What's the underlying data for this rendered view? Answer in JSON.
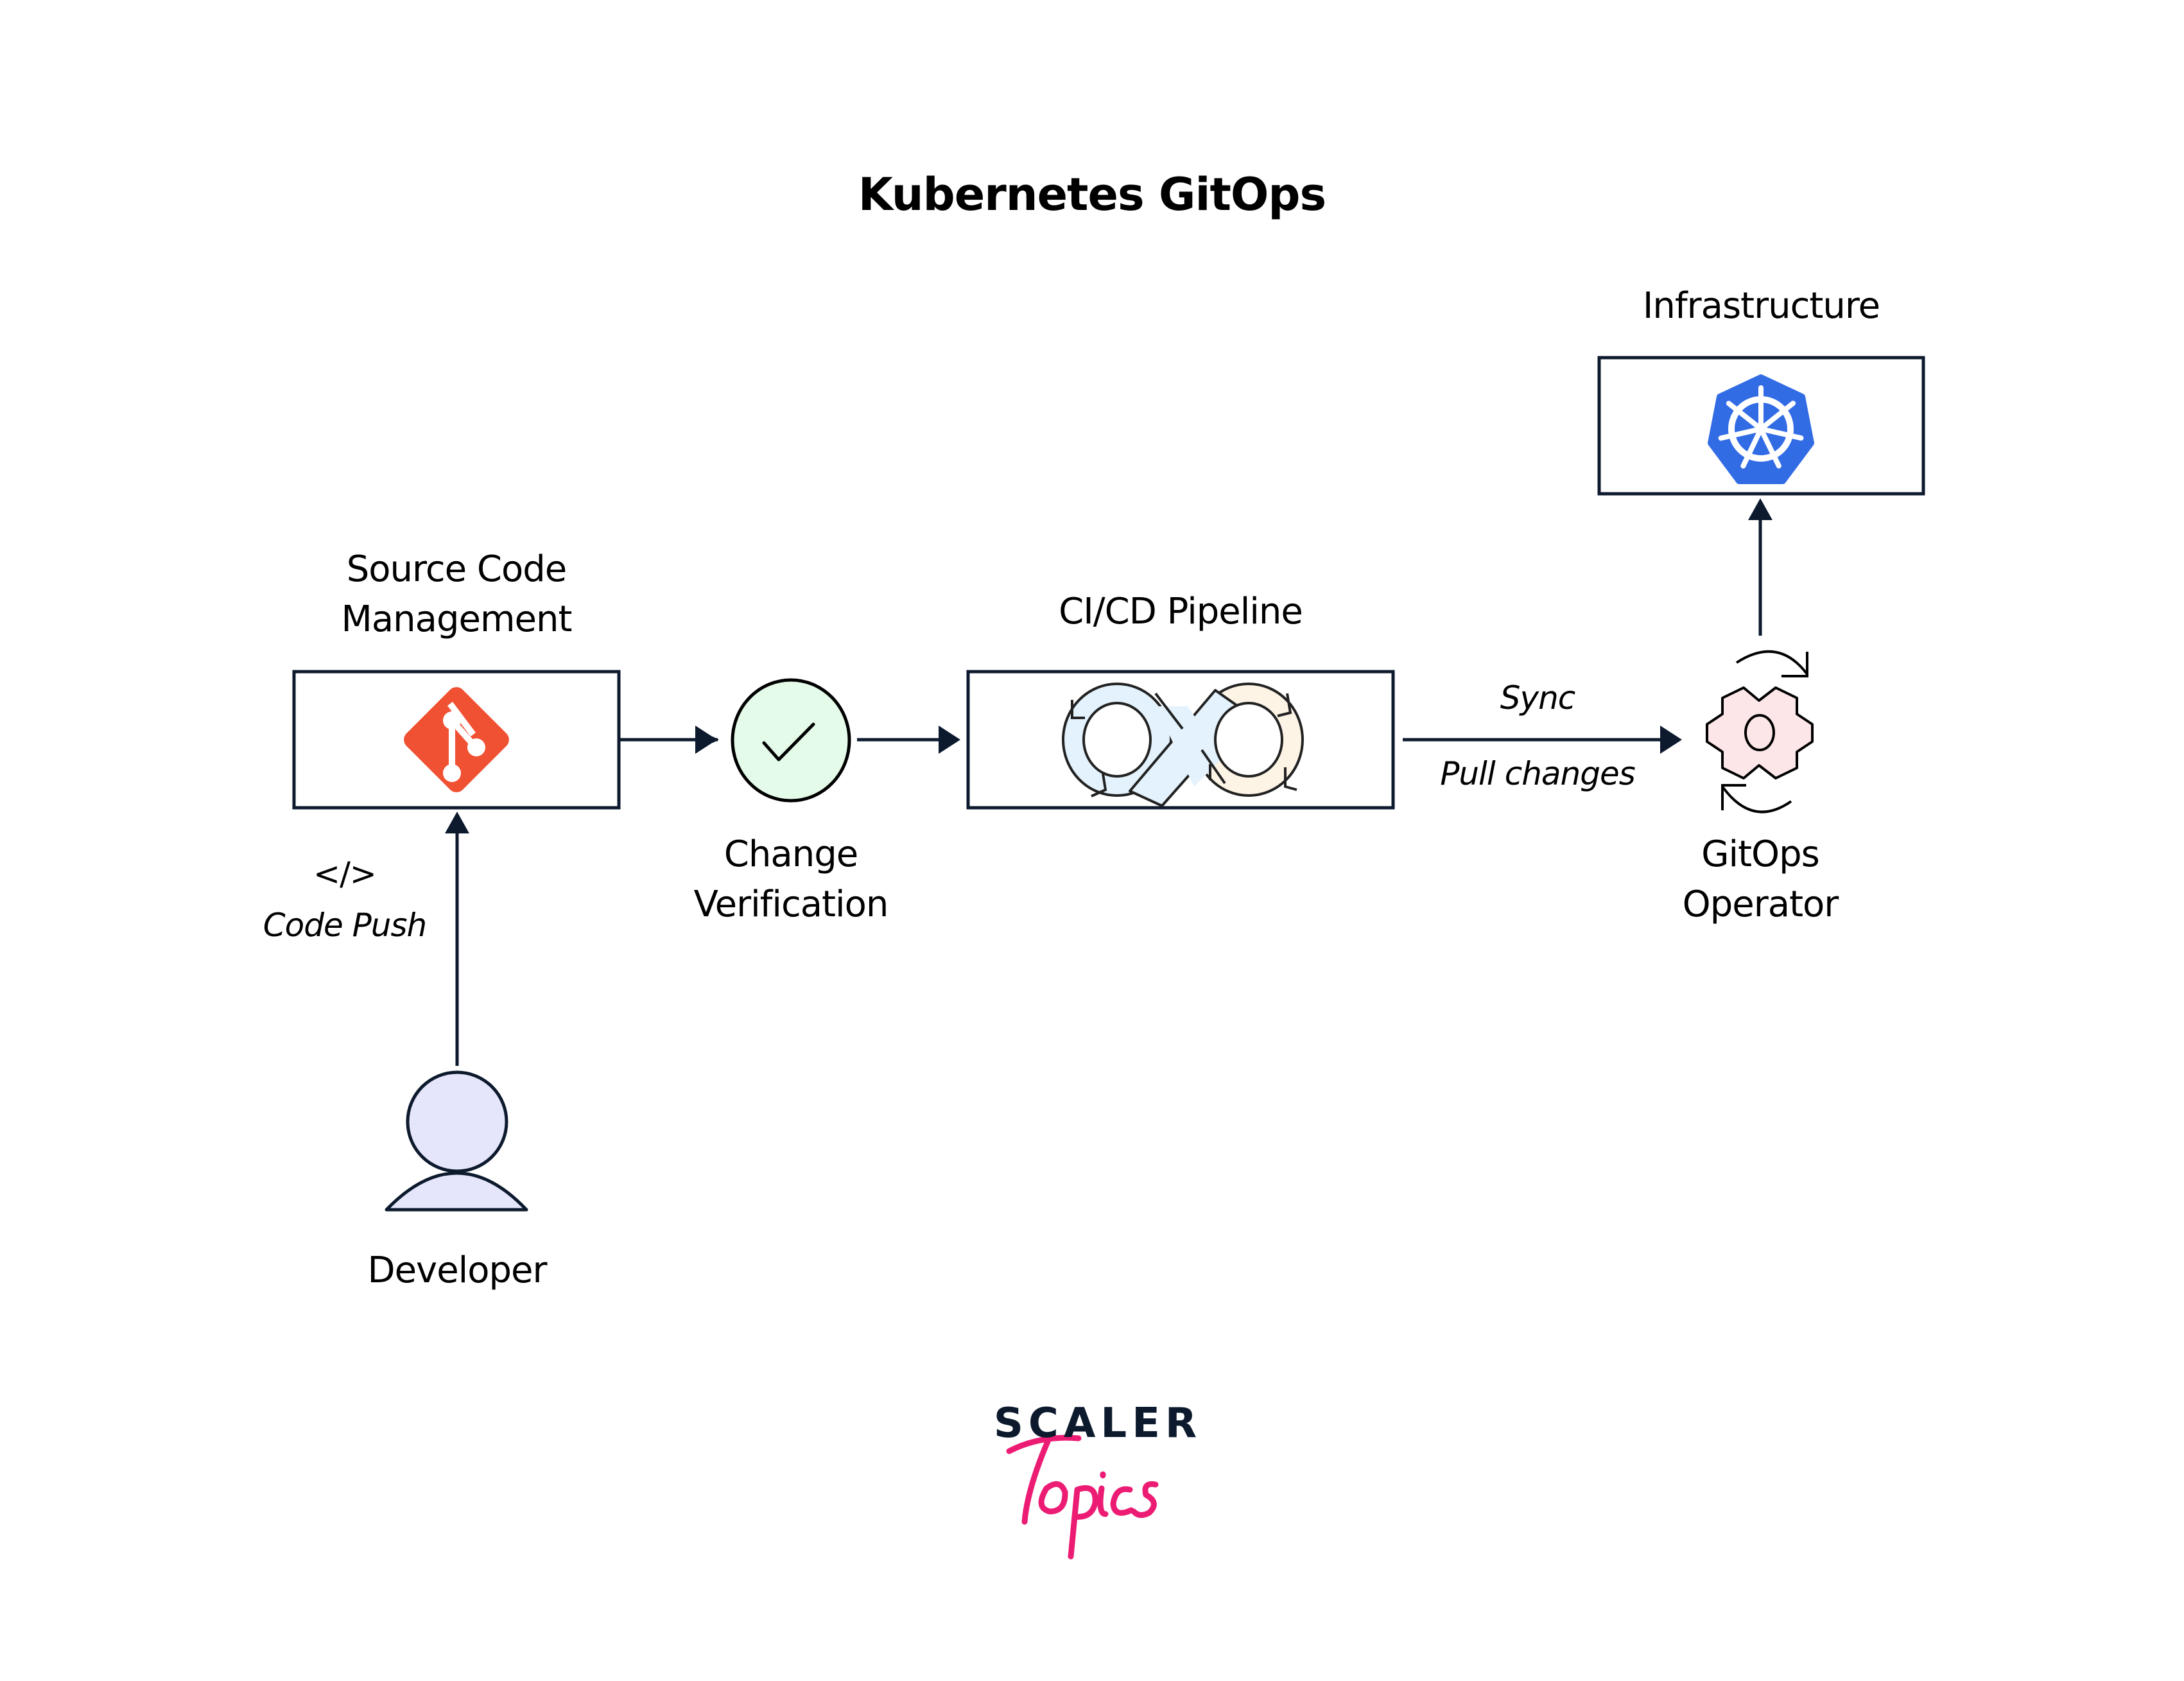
{
  "title": "Kubernetes GitOps",
  "nodes": {
    "scm": {
      "label_line1": "Source Code",
      "label_line2": "Management",
      "icon": "git-icon"
    },
    "verification": {
      "label_line1": "Change",
      "label_line2": "Verification",
      "icon": "checkmark-icon"
    },
    "cicd": {
      "label": "CI/CD Pipeline",
      "icon": "infinity-loop-icon"
    },
    "operator": {
      "label_line1": "GitOps",
      "label_line2": "Operator",
      "icon": "gear-sync-icon"
    },
    "infrastructure": {
      "label": "Infrastructure",
      "icon": "kubernetes-icon"
    },
    "developer": {
      "label": "Developer",
      "icon": "user-icon"
    }
  },
  "edges": {
    "code_push": {
      "symbol": "</>",
      "label": "Code Push"
    },
    "sync_top": "Sync",
    "sync_bottom": "Pull changes"
  },
  "colors": {
    "stroke": "#0d1a2e",
    "git": "#f05133",
    "check_fill": "#e3fbe8",
    "infinity_left": "#e3f2fd",
    "infinity_right": "#fdf4e6",
    "gear_fill": "#fde6e8",
    "kubernetes": "#326ce5",
    "developer_fill": "#e5e5fb",
    "brand_pink": "#ec1c74",
    "brand_dark": "#0d1a2e"
  },
  "brand": {
    "top": "SCALER",
    "bottom": "Topics"
  }
}
